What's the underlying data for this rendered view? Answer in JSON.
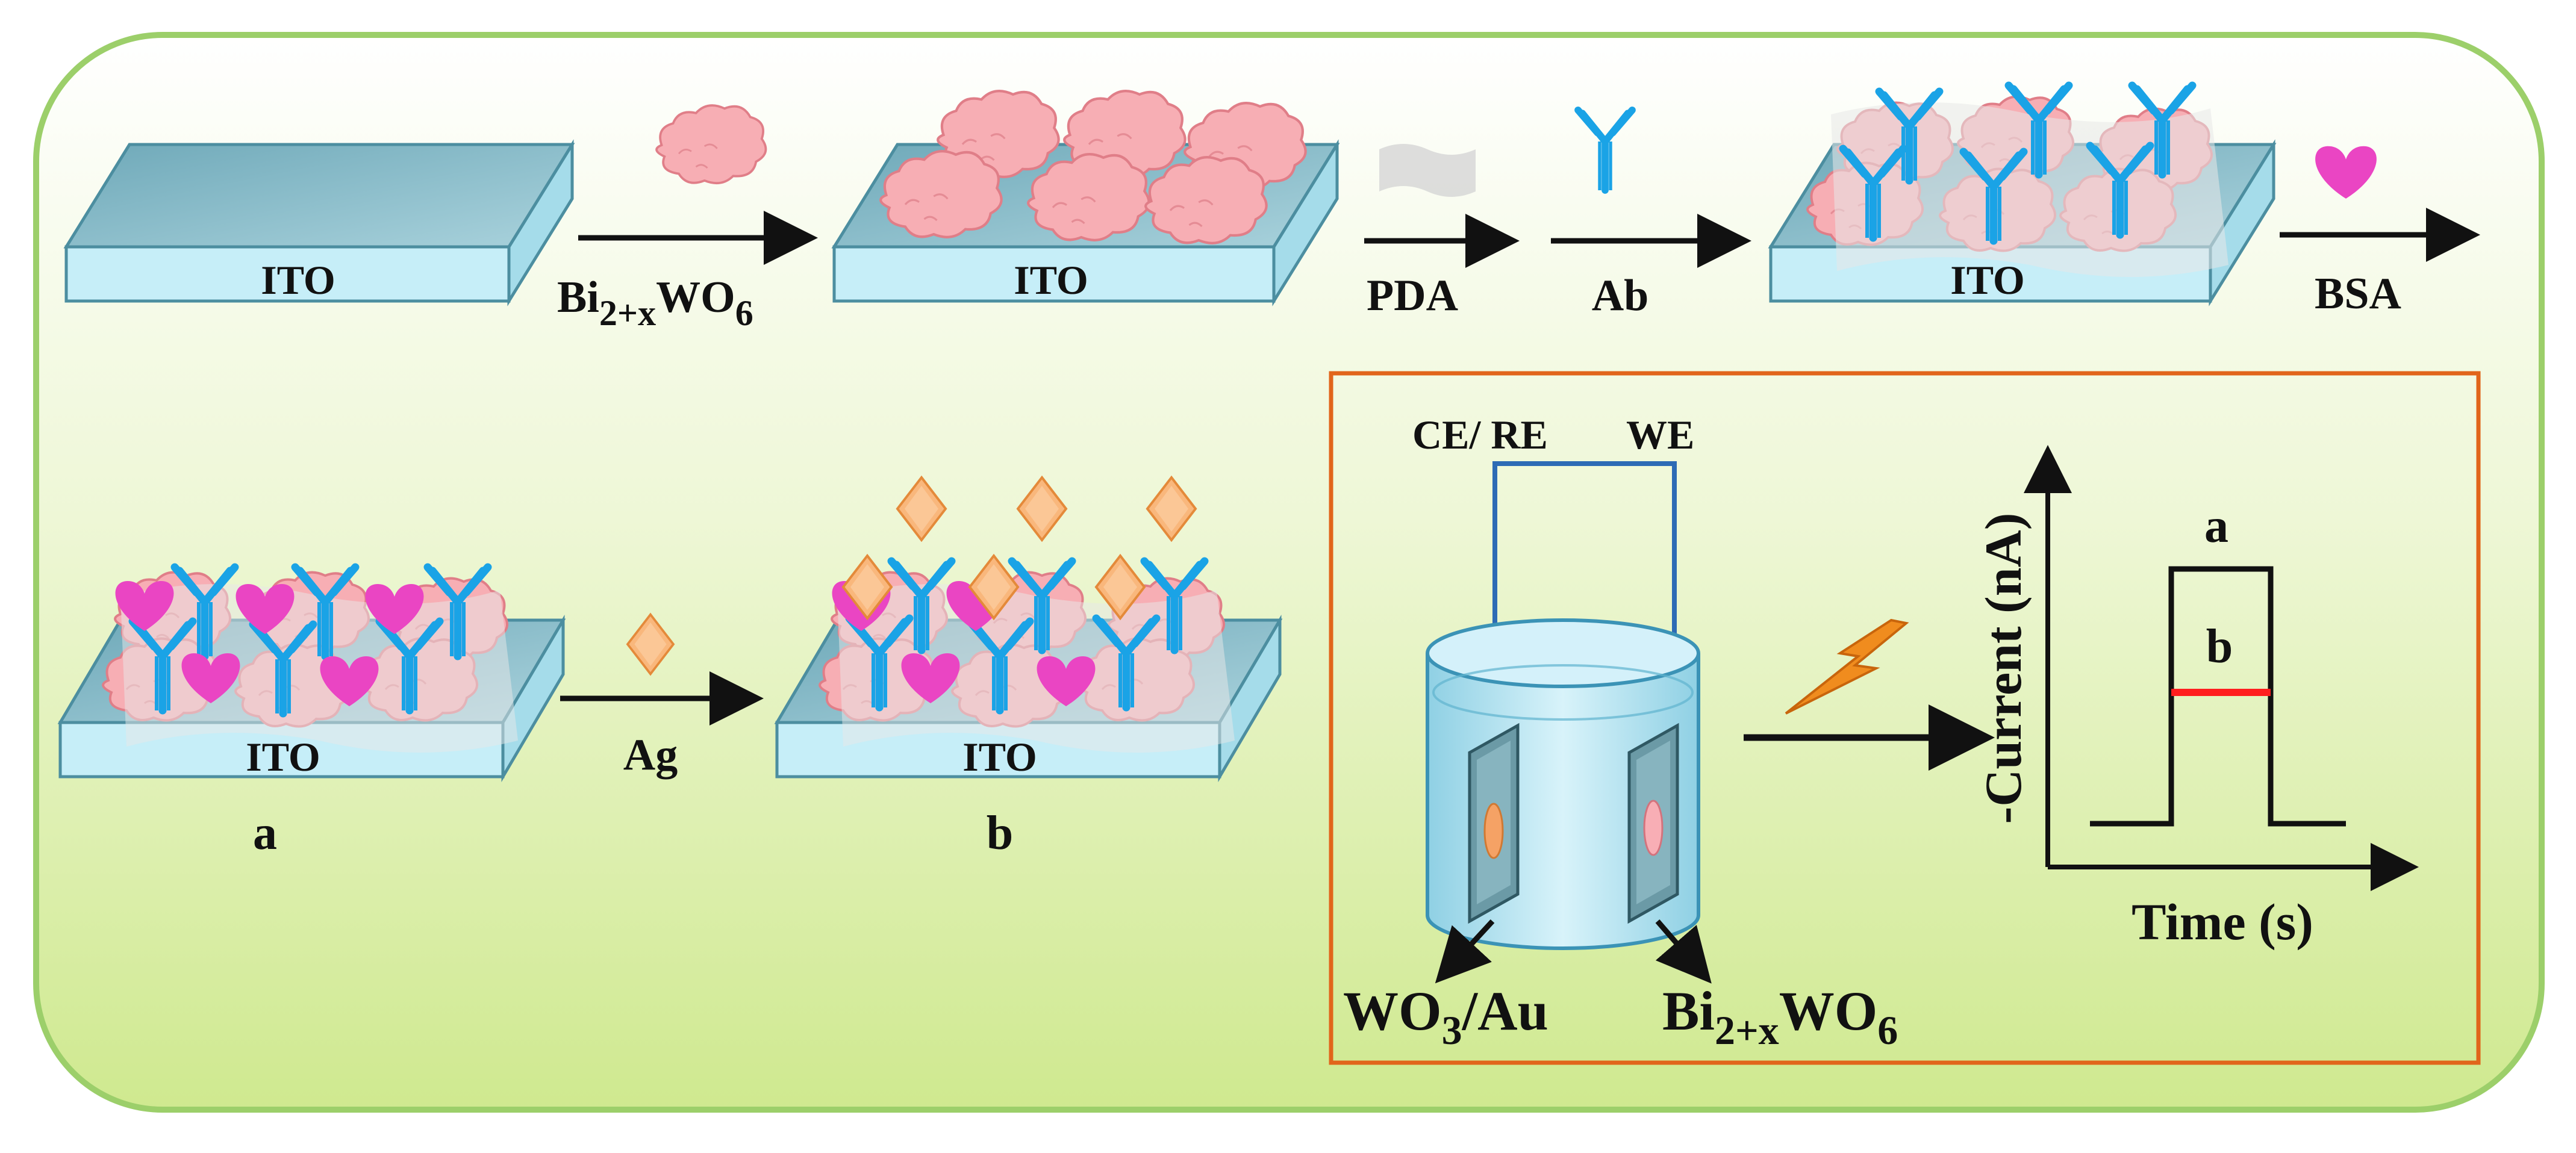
{
  "colors": {
    "panel_fill_top": "#ffffff",
    "panel_fill_bottom": "#cfe98f",
    "panel_border": "#9ccf6a",
    "slab_top": "#7fb4c2",
    "slab_front": "#c6eef8",
    "nanoparticle": "#f7aeb4",
    "antibody": "#1aa3e6",
    "bsa_heart": "#ea45c3",
    "antigen": "#f9b77c",
    "pda_film": "#d7d7d7",
    "inset_border": "#e1651b",
    "current_b": "#ff1e1e",
    "light_bolt": "#f08c1e"
  },
  "icons": [
    "ito-slab",
    "bi2xwo6-nanoparticle",
    "pda-film-icon",
    "antibody-icon",
    "bsa-heart-icon",
    "antigen-diamond-icon",
    "electrochemical-cell",
    "light-bolt-icon"
  ],
  "substrate": {
    "label": "ITO"
  },
  "steps": {
    "bi": {
      "main": "Bi",
      "sub": "2+x",
      "tail": "WO",
      "tail_sub": "6"
    },
    "pda": "PDA",
    "ab": "Ab",
    "bsa": "BSA",
    "ag": "Ag"
  },
  "states": {
    "a": "a",
    "b": "b"
  },
  "cell": {
    "ce_re": "CE/ RE",
    "we": "WE",
    "wo3": {
      "main": "WO",
      "sub": "3",
      "tail": "/Au"
    },
    "bi": {
      "main": "Bi",
      "sub": "2+x",
      "tail": "WO",
      "tail_sub": "6"
    }
  },
  "graph": {
    "ylabel": "-Current (nA)",
    "xlabel": "Time (s)",
    "curve_a": "a",
    "curve_b": "b"
  }
}
